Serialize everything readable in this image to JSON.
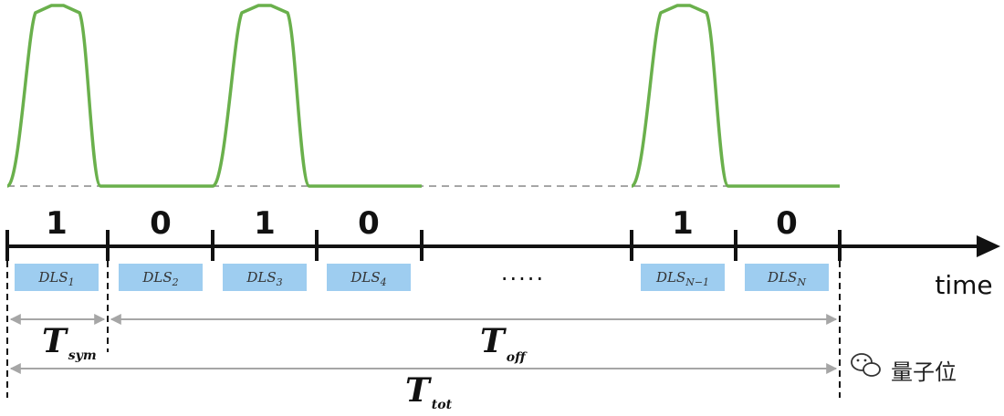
{
  "slots": [
    {
      "bit": "1",
      "dls": {
        "base": "DLS",
        "sub": "1"
      }
    },
    {
      "bit": "0",
      "dls": {
        "base": "DLS",
        "sub": "2"
      }
    },
    {
      "bit": "1",
      "dls": {
        "base": "DLS",
        "sub": "3"
      }
    },
    {
      "bit": "0",
      "dls": {
        "base": "DLS",
        "sub": "4"
      }
    },
    {
      "bit": "1",
      "dls": {
        "base": "DLS",
        "sub": "N−1"
      }
    },
    {
      "bit": "0",
      "dls": {
        "base": "DLS",
        "sub": "N"
      }
    }
  ],
  "ellipsis": ".....",
  "axis_label": "time",
  "durations": {
    "sym": {
      "base": "T",
      "sub": "sym"
    },
    "off": {
      "base": "T",
      "sub": "off"
    },
    "tot": {
      "base": "T",
      "sub": "tot"
    }
  },
  "watermark": "量子位",
  "colors": {
    "pulse": "#6ab04c",
    "dls_box": "#9ecdf0",
    "axis": "#111111",
    "arrow": "#a6a6a6",
    "baseline": "#888888"
  },
  "icons": {
    "watermark": "wechat-logo-icon"
  }
}
